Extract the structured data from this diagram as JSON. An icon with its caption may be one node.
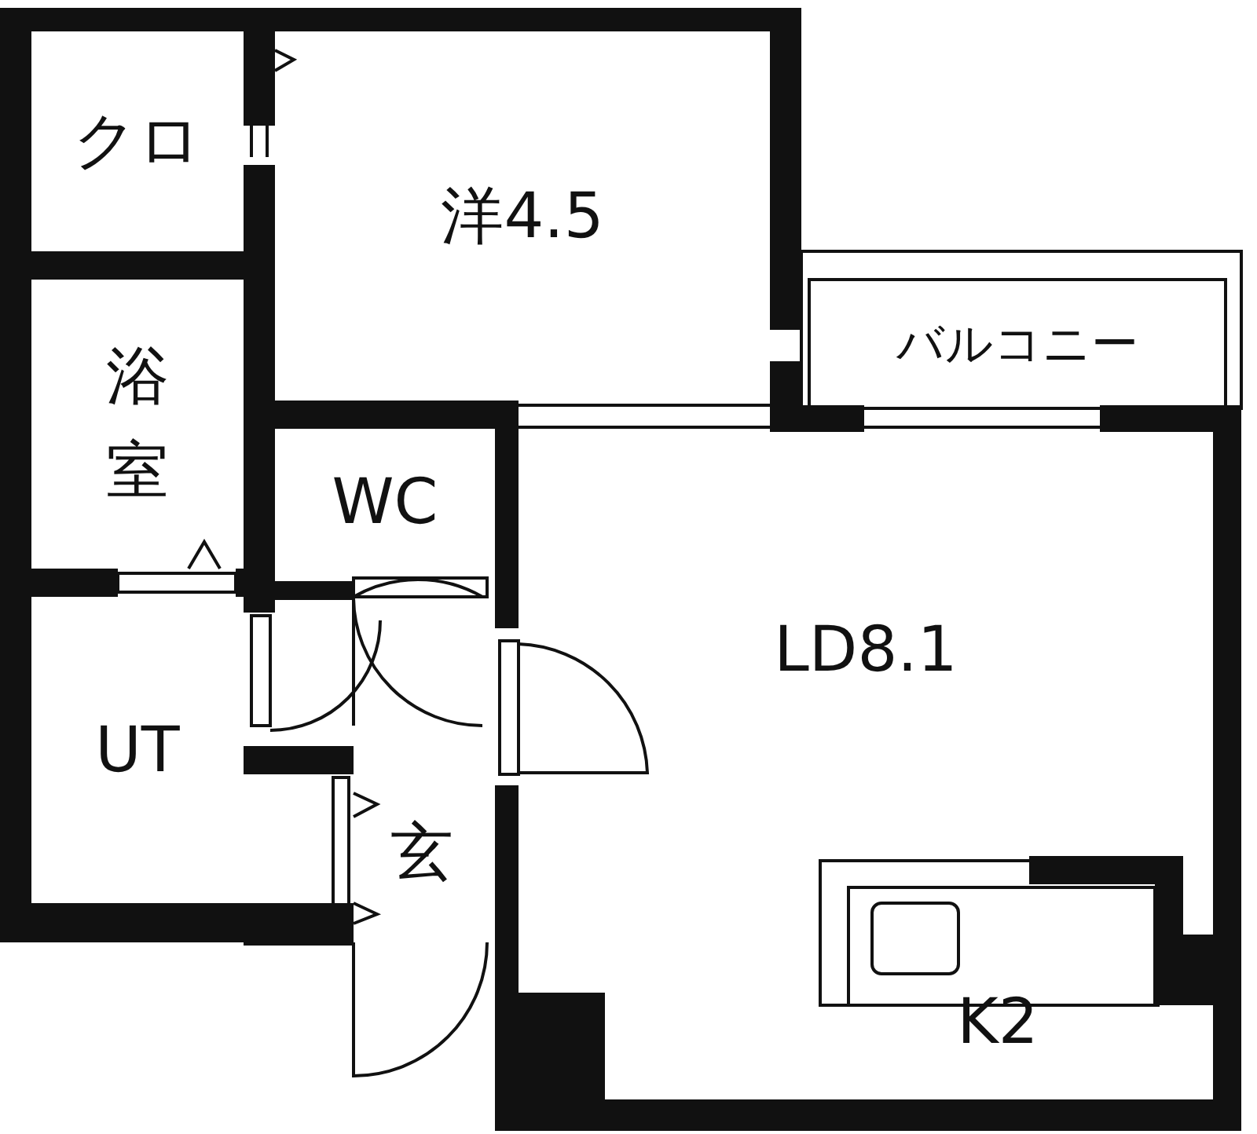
{
  "diagram": {
    "nodes": [
      {
        "text": [
          "クロ"
        ]
      },
      {
        "text": [
          "洋4.5"
        ]
      },
      {
        "text": [
          "バルコニー"
        ]
      },
      {
        "text": [
          "浴室"
        ]
      },
      {
        "text": [
          "WC"
        ]
      },
      {
        "text": [
          "LD8.1"
        ]
      },
      {
        "text": [
          "UT"
        ]
      },
      {
        "text": [
          "玄"
        ]
      },
      {
        "text": [
          "K2"
        ],
        "in": 5
      }
    ]
  }
}
